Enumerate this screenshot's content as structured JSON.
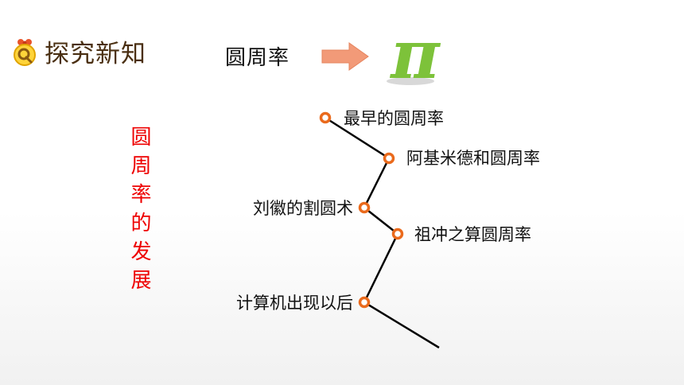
{
  "header": {
    "section_title": "探究新知",
    "icon": "q-badge-icon"
  },
  "topic": {
    "title": "圆周率",
    "arrow_icon": "right-arrow-icon",
    "symbol": "π",
    "symbol_color": "#7dc23a"
  },
  "side_title": "圆周率的发展",
  "colors": {
    "accent": "#ee0000",
    "timeline_node": "#ea6a1c",
    "arrow": "#f29a78"
  },
  "timeline": {
    "items": [
      {
        "label": "最早的圆周率"
      },
      {
        "label": "阿基米德和圆周率"
      },
      {
        "label": "刘徽的割圆术"
      },
      {
        "label": "祖冲之算圆周率"
      },
      {
        "label": "计算机出现以后"
      }
    ]
  }
}
